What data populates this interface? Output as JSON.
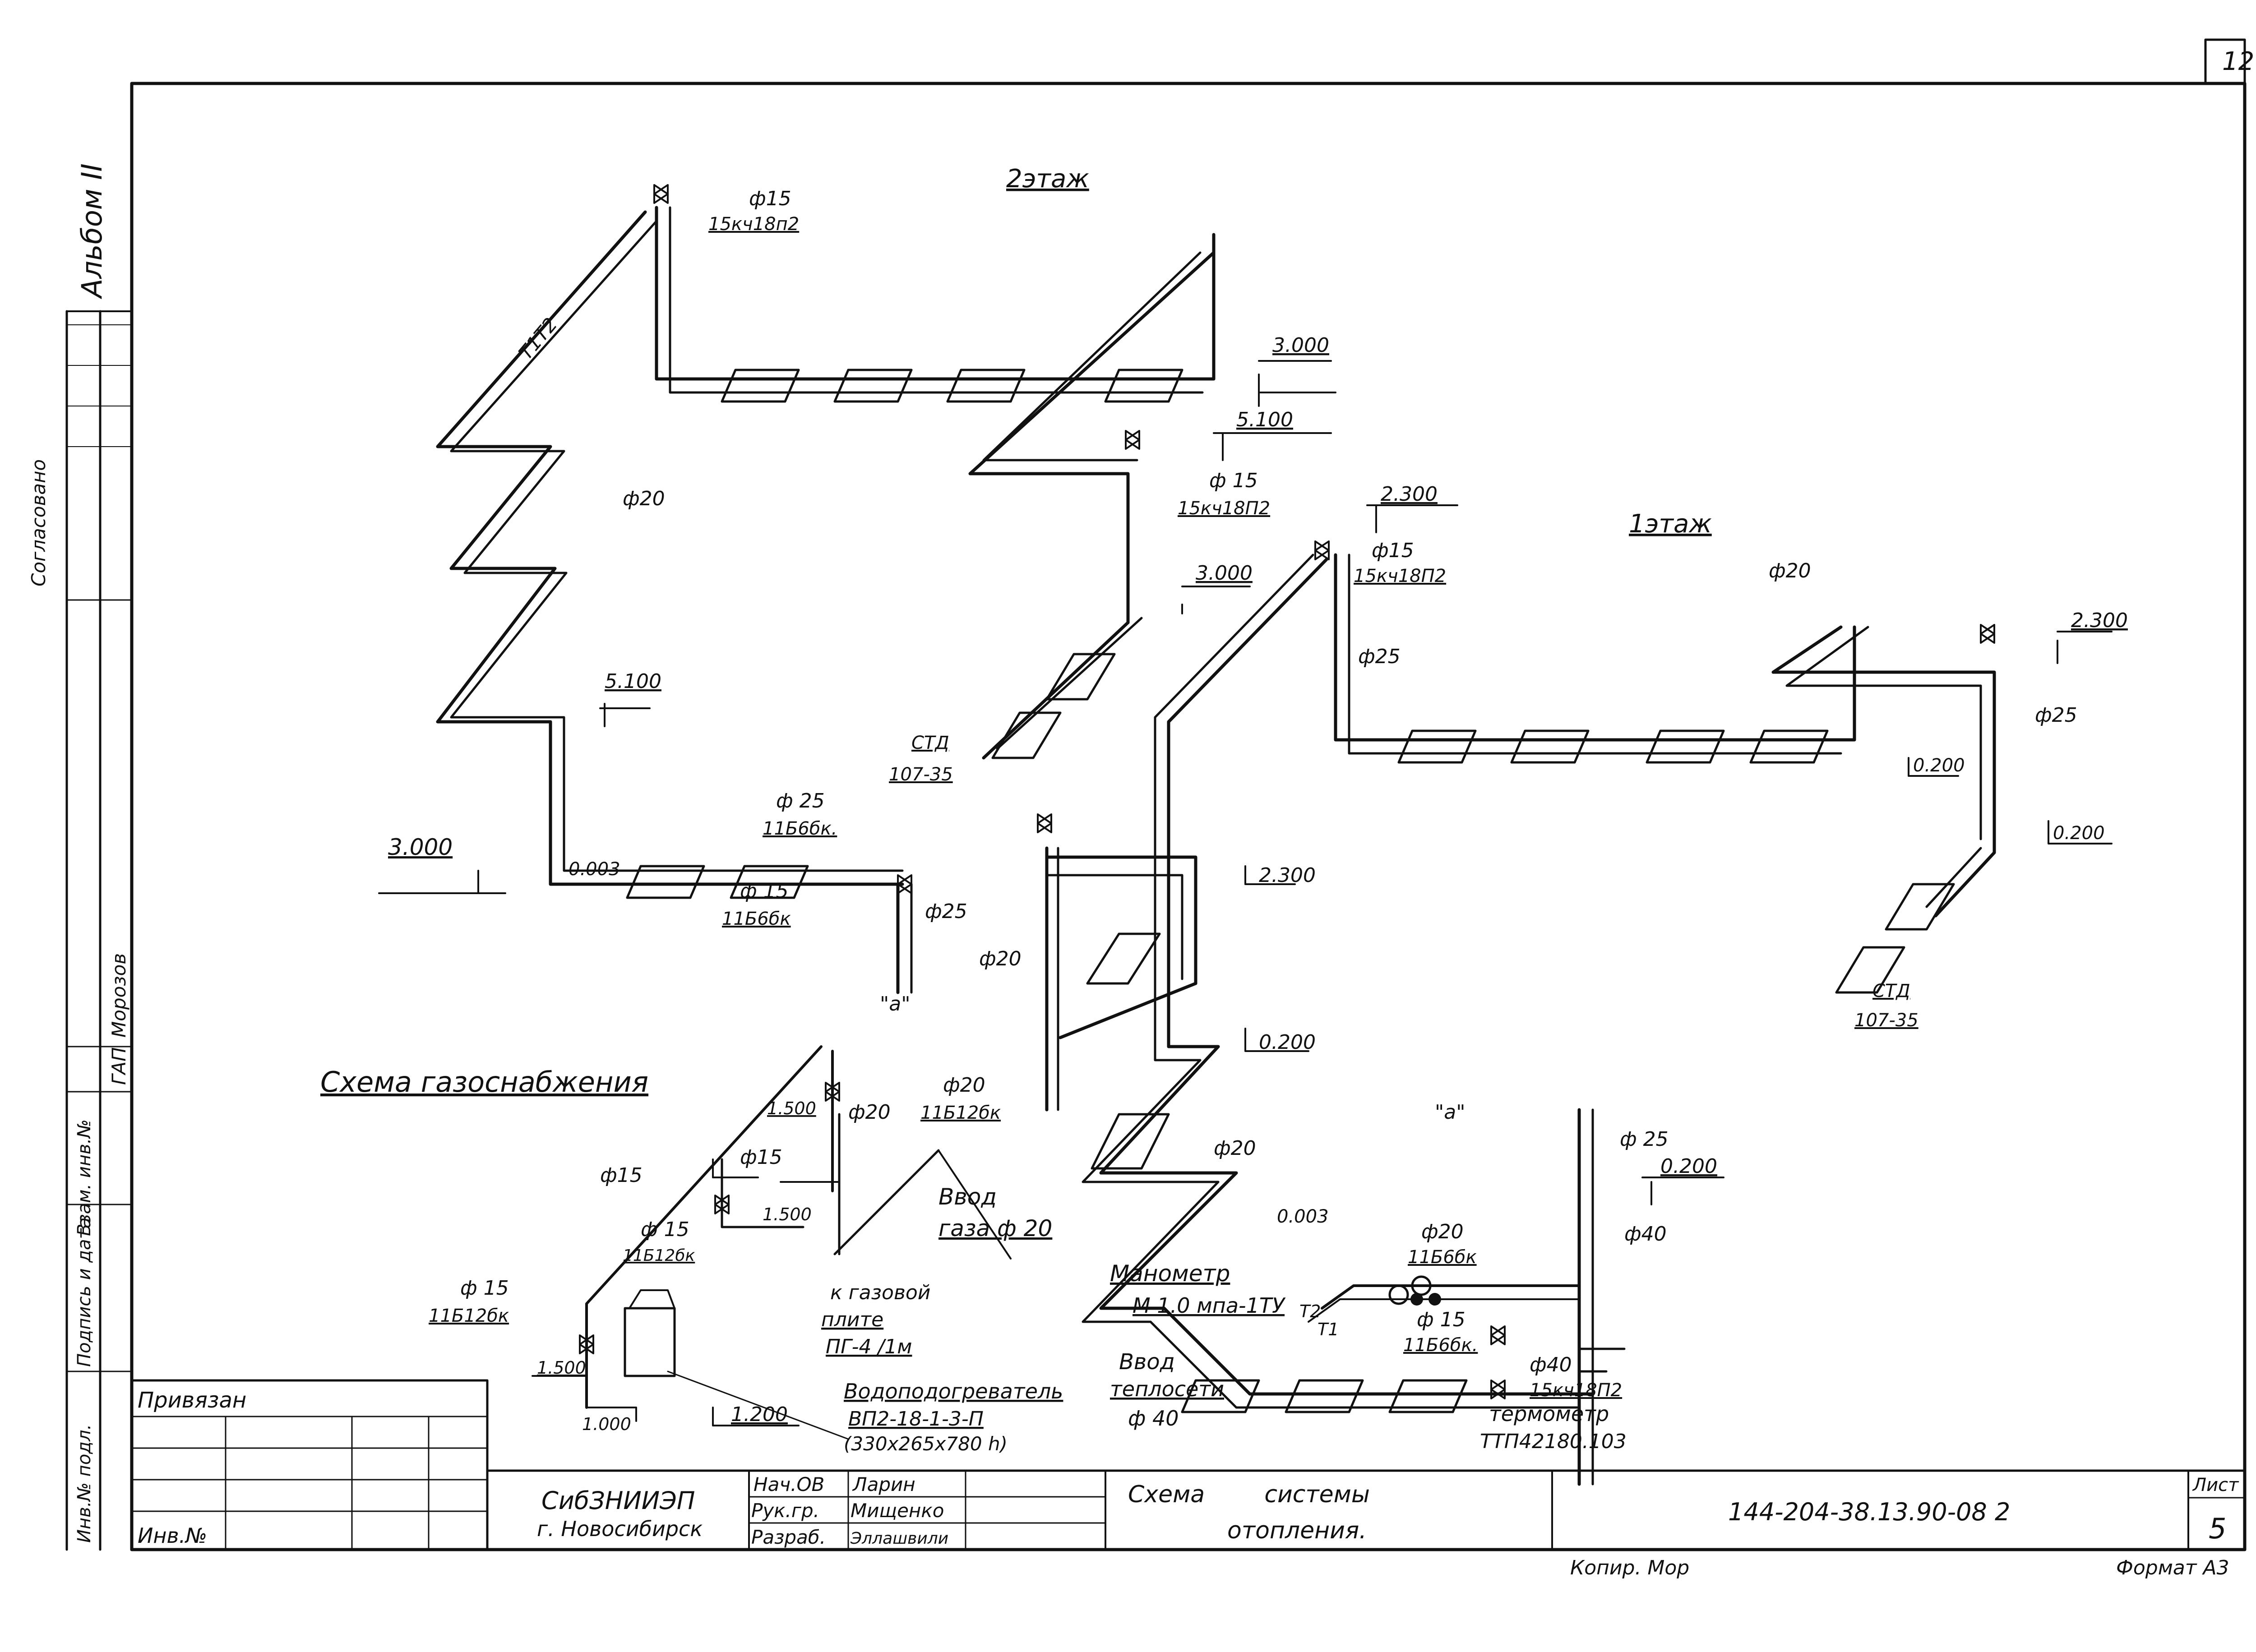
{
  "sheet_number_top": "12",
  "album": "Альбом II",
  "side": {
    "agreed": "Согласовано",
    "surname": "Морозов",
    "gap": "ГАП",
    "inv_replace": "Взам. инв.№",
    "sign_date": "Подпись и дата",
    "inv_orig": "Инв.№ подл."
  },
  "floor2": "2этаж",
  "floor1": "1этаж",
  "riser": "Т1Т2",
  "gas_title": "Схема газоснабжения",
  "diam": {
    "d15": "ф15",
    "d15s": "ф 15",
    "d20": "ф20",
    "d25": "ф25",
    "d40": "ф40",
    "d25s": "ф 25",
    "d40s": "ф 40"
  },
  "valve": {
    "v15kch18p2": "15кч18п2",
    "v15kch18P2": "15кч18П2",
    "v11b6bk": "11Б6бк",
    "v11b6bk2": "11Б6бк.",
    "v11b12bk": "11Б12бк",
    "v11b12bk2": "11Б12бк"
  },
  "levels": {
    "l3000": "3.000",
    "l5100": "5.100",
    "l2300": "2.300",
    "l0200": "0.200",
    "l0003": "0.003",
    "l1500": "1.500",
    "l1200": "1.200",
    "l1000": "1.000"
  },
  "std_a": "СТД",
  "std_b": "107-35",
  "mark_a": "\"а\"",
  "gas_input_a": "Ввод",
  "gas_input_b": "газа ф 20",
  "stove_a": "к газовой",
  "stove_b": "плите",
  "stove_c": "ПГ-4 /1м",
  "heater_a": "Водоподогреватель",
  "heater_b": "ВП2-18-1-3-П",
  "heater_c": "(330х265х780 h)",
  "manometer_a": "Манометр",
  "manometer_b": "М 1.0 мпа-1ТУ",
  "heat_input_a": "Ввод",
  "heat_input_b": "теплосети",
  "thermometer_a": "термометр",
  "thermometer_b": "ТТП42180.103",
  "t1": "Т1",
  "t2": "Т2",
  "stamp": {
    "privyazan": "Привязан",
    "inv_no": "Инв.№",
    "org_a": "СибЗНИИЭП",
    "org_b": "г. Новосибирск",
    "r1a": "Нач.ОВ",
    "r1b": "Ларин",
    "r2a": "Рук.гр.",
    "r2b": "Мищенко",
    "r3a": "Разраб.",
    "r3b": "Эллашвили",
    "title_a": "Схема        системы",
    "title_b": "отопления.",
    "code": "144-204-38.13.90-08 2",
    "list_label": "Лист",
    "list_no": "5",
    "copied": "Копир. Мор",
    "format": "Формат А3"
  }
}
